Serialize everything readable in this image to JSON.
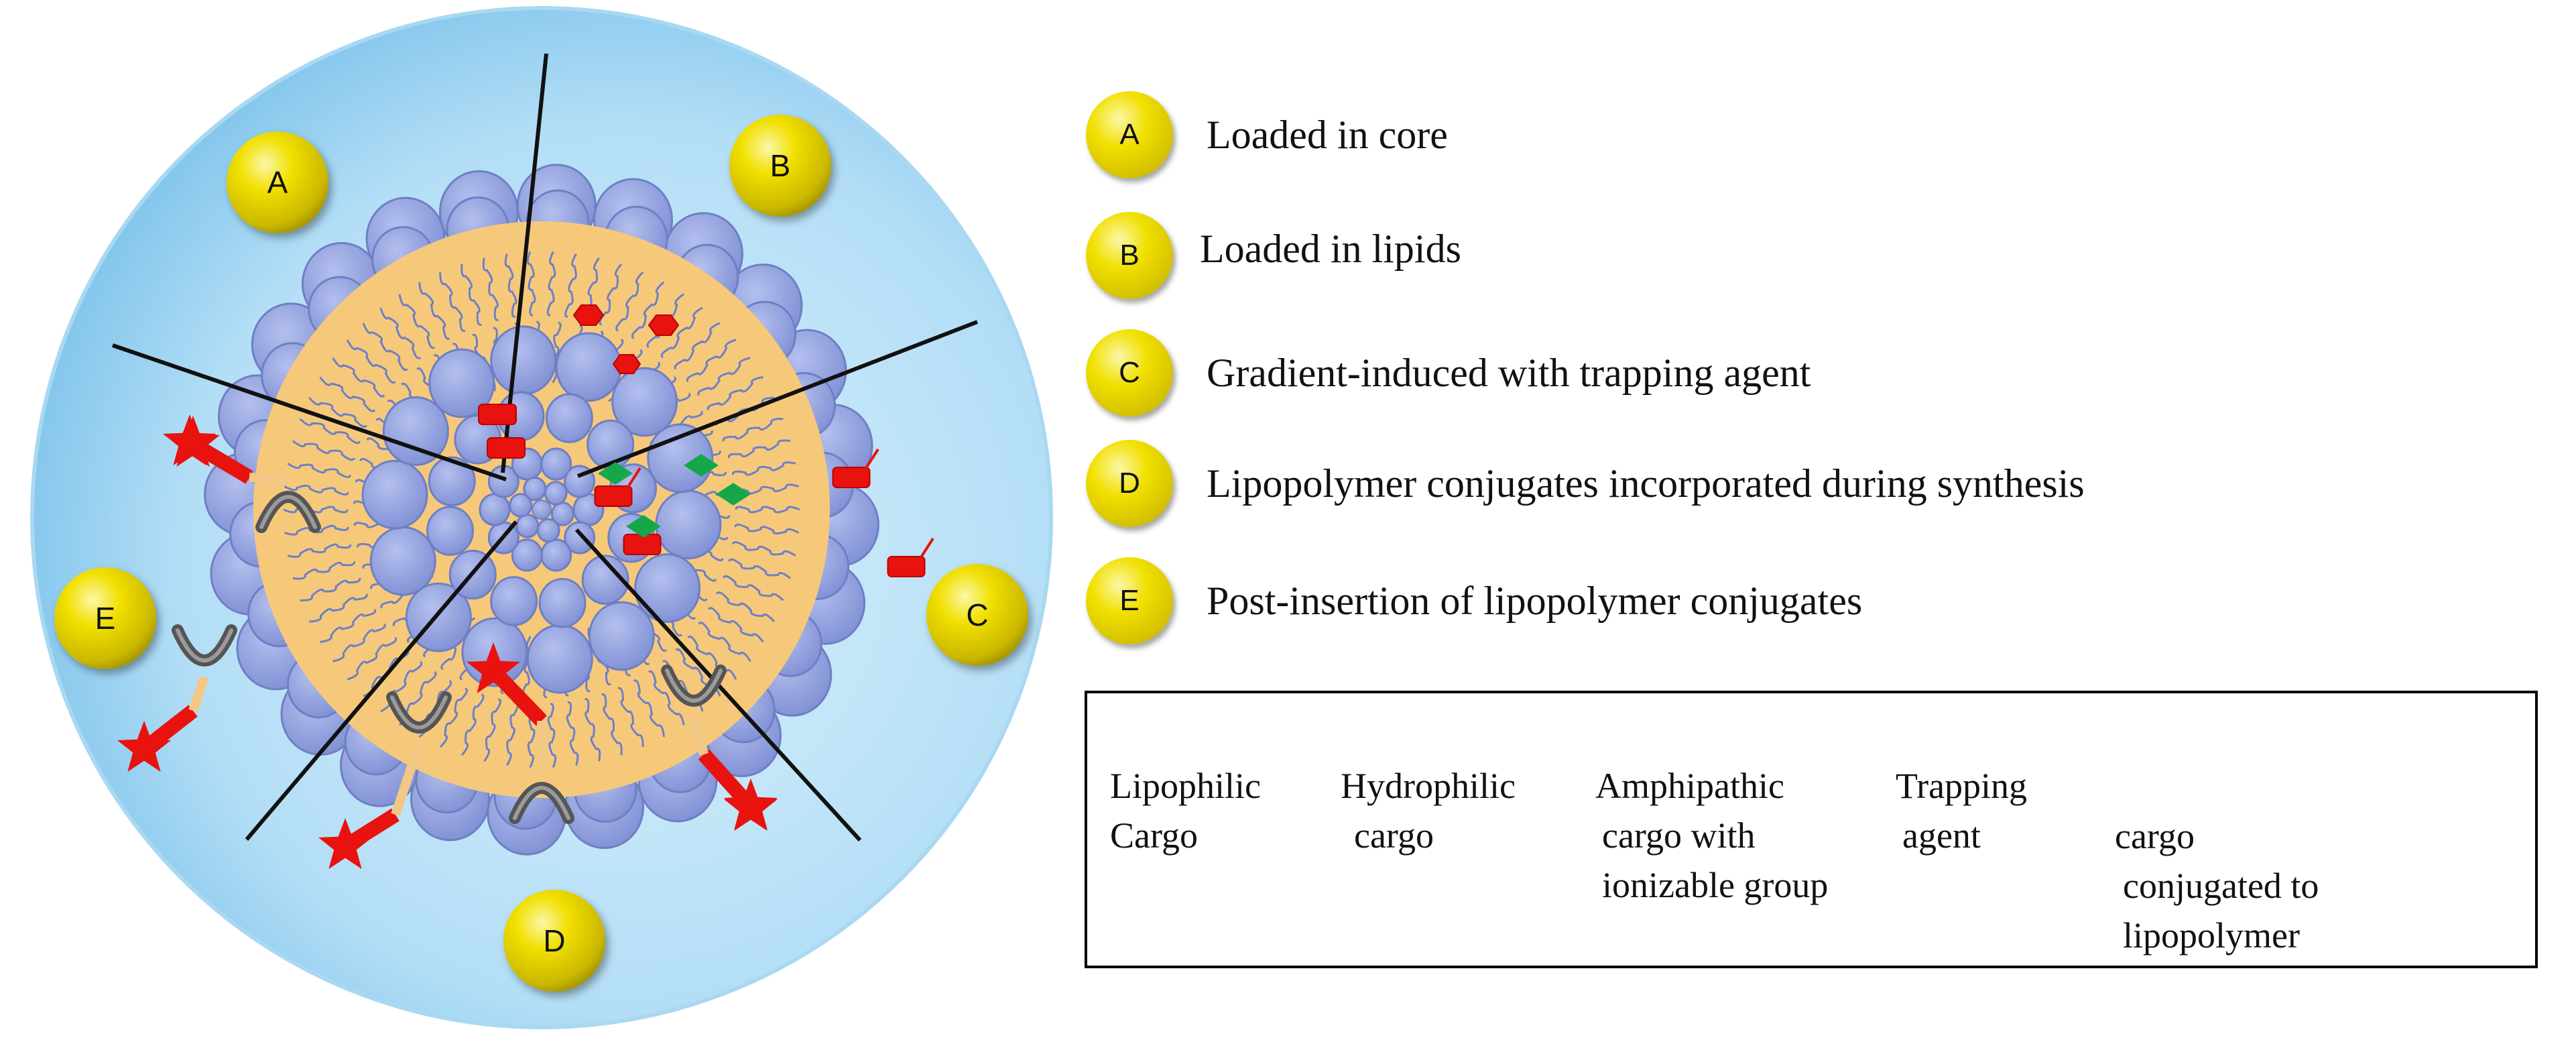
{
  "figure": {
    "sector_labels": [
      "A",
      "B",
      "C",
      "D",
      "E"
    ],
    "colors": {
      "aqueous_light": "#d6eefb",
      "aqueous_dark": "#7cc2ea",
      "lipid_head": "#8f9fdc",
      "lipid_core": "#f6c97a",
      "cargo_red": "#e8120f",
      "trapping_green": "#14a84a",
      "badge_yellow": "#f1e000",
      "linker_tan": "#f2c887",
      "lipopolymer_gray": "#6d6d6d"
    }
  },
  "legend_rows": [
    {
      "badge": "A",
      "text": "Loaded  in  core"
    },
    {
      "badge": "B",
      "text": "Loaded  in  lipids"
    },
    {
      "badge": "C",
      "text": "Gradient-induced  with  trapping  agent"
    },
    {
      "badge": "D",
      "text": "Lipopolymer  conjugates  incorporated  during  synthesis"
    },
    {
      "badge": "E",
      "text": "Post-insertion  of  lipopolymer  conjugates"
    }
  ],
  "key": {
    "lipophilic": [
      "Lipophilic",
      "Cargo"
    ],
    "hydrophilic": [
      "Hydrophilic",
      "cargo"
    ],
    "amphipathic": [
      "Amphipathic",
      "cargo with",
      "ionizable group"
    ],
    "trapping": [
      "Trapping",
      "agent"
    ],
    "conjugate": [
      "cargo",
      "conjugated to",
      "lipopolymer"
    ]
  }
}
